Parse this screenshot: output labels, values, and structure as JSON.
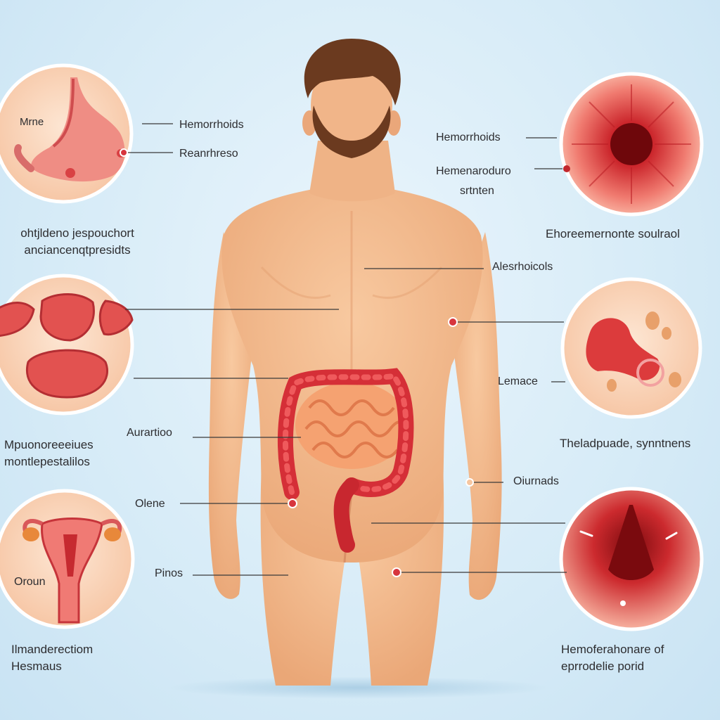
{
  "labels": {
    "stomach_inset": "Mrne",
    "stomach_line_1": "Hemorrhoids",
    "stomach_line_2": "Reanrhreso",
    "anus_inset_line_1": "Hemorrhoids",
    "anus_inset_line_2a": "Hemenaroduro",
    "anus_inset_line_2b": "srtnten",
    "back_upper": "Alesrhoicols",
    "ulcer_line": "Lemace",
    "colon_left": "Aurartioo",
    "olene": "Olene",
    "oiurnads": "Oiurnads",
    "pinos": "Pinos",
    "uterus_inset": "Oroun"
  },
  "captions": {
    "top_left": [
      "ohtjldeno jespouchort",
      "anciancenqtpresidts"
    ],
    "top_right": [
      "Ehoreemernonte soulraol"
    ],
    "middle_left": [
      "Mpuonoreeeiues",
      "montlepestalilos"
    ],
    "middle_right": [
      "Theladpuade, synntnens"
    ],
    "bottom_left": [
      "Ilmanderectiom",
      "Hesmaus"
    ],
    "bottom_right": [
      "Hemoferahonare of",
      "eprrodelie porid"
    ]
  },
  "colors": {
    "background": "#d6ebf7",
    "skin": "#f3b98c",
    "organ_red": "#d8333a",
    "inset_fill": "#fbd9c0",
    "leader_line": "#3a3a3a"
  }
}
